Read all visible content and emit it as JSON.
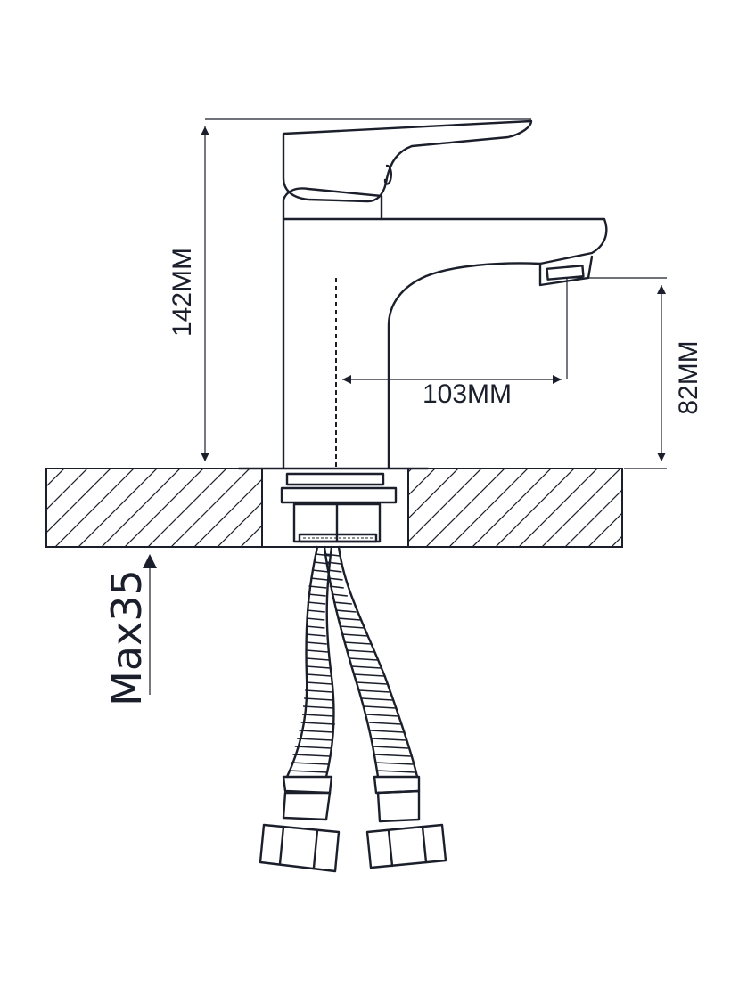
{
  "dimensions": {
    "height_label": "142MM",
    "reach_label": "103MM",
    "spout_height_label": "82MM",
    "max_thickness_label": "Max35"
  },
  "colors": {
    "line": "#1b1f2b",
    "background": "#ffffff"
  }
}
